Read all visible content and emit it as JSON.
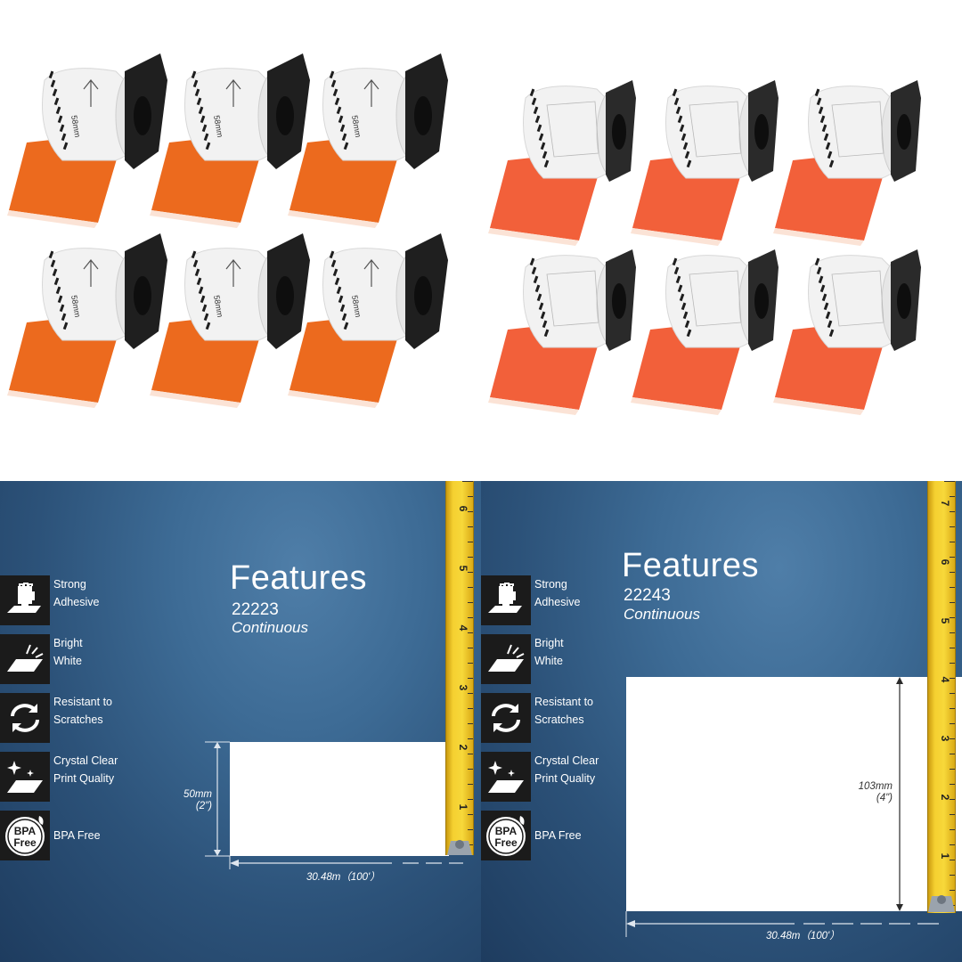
{
  "left_panel": {
    "title": "Features",
    "code": "22223",
    "kind": "Continuous",
    "height_dim": "50mm",
    "height_dim_in": "(2\")",
    "length_dim": "30.48m（100'）",
    "tape_numbers": [
      "6",
      "5",
      "4",
      "3",
      "2",
      "1"
    ]
  },
  "right_panel": {
    "title": "Features",
    "code": "22243",
    "kind": "Continuous",
    "height_dim": "103mm",
    "height_dim_in": "(4\")",
    "length_dim": "30.48m（100'）",
    "tape_numbers": [
      "7",
      "6",
      "5",
      "4",
      "3",
      "2",
      "1"
    ]
  },
  "features": [
    {
      "icon": "fist-icon",
      "line1": "Strong",
      "line2": "Adhesive"
    },
    {
      "icon": "shine-icon",
      "line1": "Bright",
      "line2": "White"
    },
    {
      "icon": "recycle-arrows-icon",
      "line1": "Resistant to",
      "line2": "Scratches"
    },
    {
      "icon": "sparkle-icon",
      "line1": "Crystal Clear",
      "line2": "Print Quality"
    },
    {
      "icon": "bpa-free-icon",
      "line1": "BPA Free",
      "line2": "",
      "badge_top": "BPA",
      "badge_bottom": "Free"
    }
  ],
  "roll_product_labels": {
    "left_rolls_text": "58mm",
    "arrow": "↑"
  },
  "colors": {
    "label_orange_left": "#ec6a1e",
    "label_orange_right": "#f2603a",
    "panel_blue": "#3d6b95",
    "tape_yellow": "#f5d030"
  }
}
